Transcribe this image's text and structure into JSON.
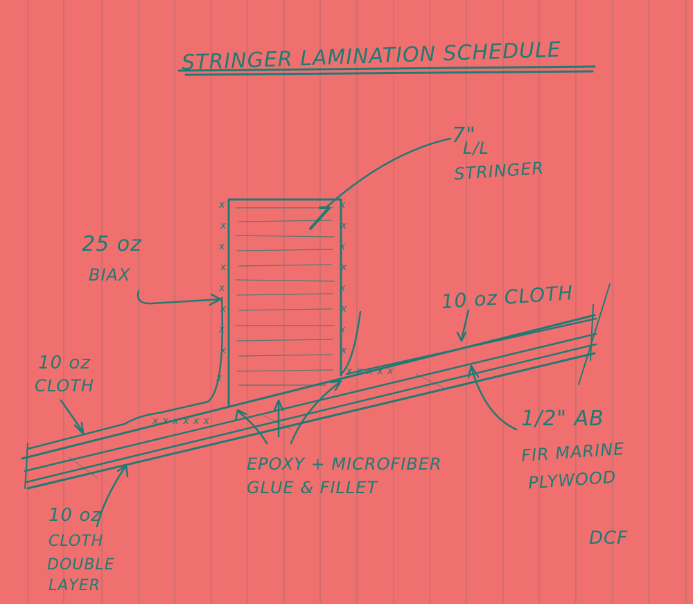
{
  "page": {
    "background": "#f07070",
    "ink": "#1f7a74",
    "rule_color": "#c06a6a"
  },
  "title": "STRINGER LAMINATION SCHEDULE",
  "labels": {
    "stringer": [
      "7\"",
      "L/L",
      "STRINGER"
    ],
    "biax": [
      "25 oz",
      "BIAX"
    ],
    "cloth_top_right": "10 oz CLOTH",
    "cloth_left": [
      "10 oz",
      "CLOTH"
    ],
    "plywood": [
      "1/2\" AB",
      "FIR MARINE",
      "PLYWOOD"
    ],
    "epoxy": [
      "EPOXY + MICROFIBER",
      "GLUE & FILLET"
    ],
    "cloth_double": [
      "10 oz",
      "CLOTH",
      "DOUBLE",
      "LAYER"
    ],
    "initials": "DCF"
  }
}
